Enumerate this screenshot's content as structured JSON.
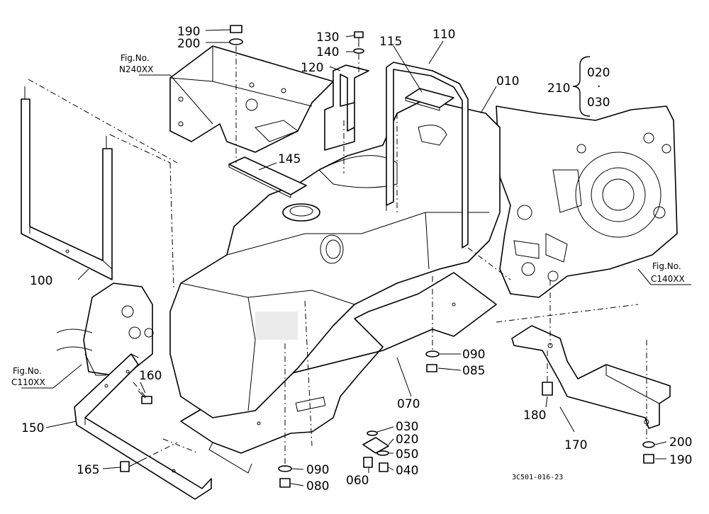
{
  "part_labels": {
    "p010": "010",
    "p020a": "020",
    "p020b": "020",
    "p030a": "030",
    "p030b": "030",
    "p040": "040",
    "p050": "050",
    "p060": "060",
    "p070": "070",
    "p080": "080",
    "p085": "085",
    "p090a": "090",
    "p090b": "090",
    "p100": "100",
    "p110": "110",
    "p115": "115",
    "p120": "120",
    "p130": "130",
    "p140": "140",
    "p145": "145",
    "p150": "150",
    "p160": "160",
    "p165": "165",
    "p170": "170",
    "p180": "180",
    "p190a": "190",
    "p190b": "190",
    "p200a": "200",
    "p200b": "200",
    "p210": "210",
    "dot": "·"
  },
  "fig_refs": {
    "n240": {
      "label": "Fig.No.",
      "code": "N240XX"
    },
    "c140": {
      "label": "Fig.No.",
      "code": "C140XX"
    },
    "c110": {
      "label": "Fig.No.",
      "code": "C110XX"
    }
  },
  "drawing_code": "3C501-016-23"
}
